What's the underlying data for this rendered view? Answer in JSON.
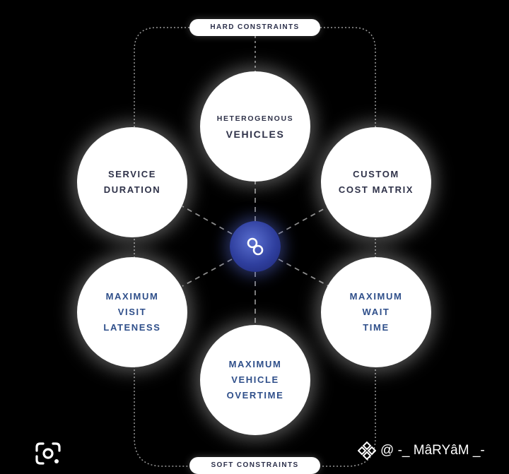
{
  "diagram": {
    "hard_label": "HARD CONSTRAINTS",
    "soft_label": "SOFT CONSTRAINTS",
    "nodes": {
      "top": {
        "lines": [
          "HETEROGENOUS",
          "VEHICLES"
        ]
      },
      "left_up": {
        "lines": [
          "SERVICE",
          "DURATION"
        ]
      },
      "right_up": {
        "lines": [
          "CUSTOM",
          "COST MATRIX"
        ]
      },
      "left_dn": {
        "lines": [
          "MAXIMUM",
          "VISIT",
          "LATENESS"
        ]
      },
      "right_dn": {
        "lines": [
          "MAXIMUM",
          "WAIT",
          "TIME"
        ]
      },
      "bottom": {
        "lines": [
          "MAXIMUM",
          "VEHICLE",
          "OVERTIME"
        ]
      }
    },
    "hub_icon": "infinity-link-icon"
  },
  "overlay": {
    "lens_icon": "google-lens-icon",
    "watermark_icon": "binance-icon",
    "watermark_text": "@ -_ MâRYâM _-"
  },
  "colors": {
    "background": "#000000",
    "dark_text": "#2f3249",
    "blue_text": "#2f4f8a",
    "hub": "#2f3f9e"
  }
}
